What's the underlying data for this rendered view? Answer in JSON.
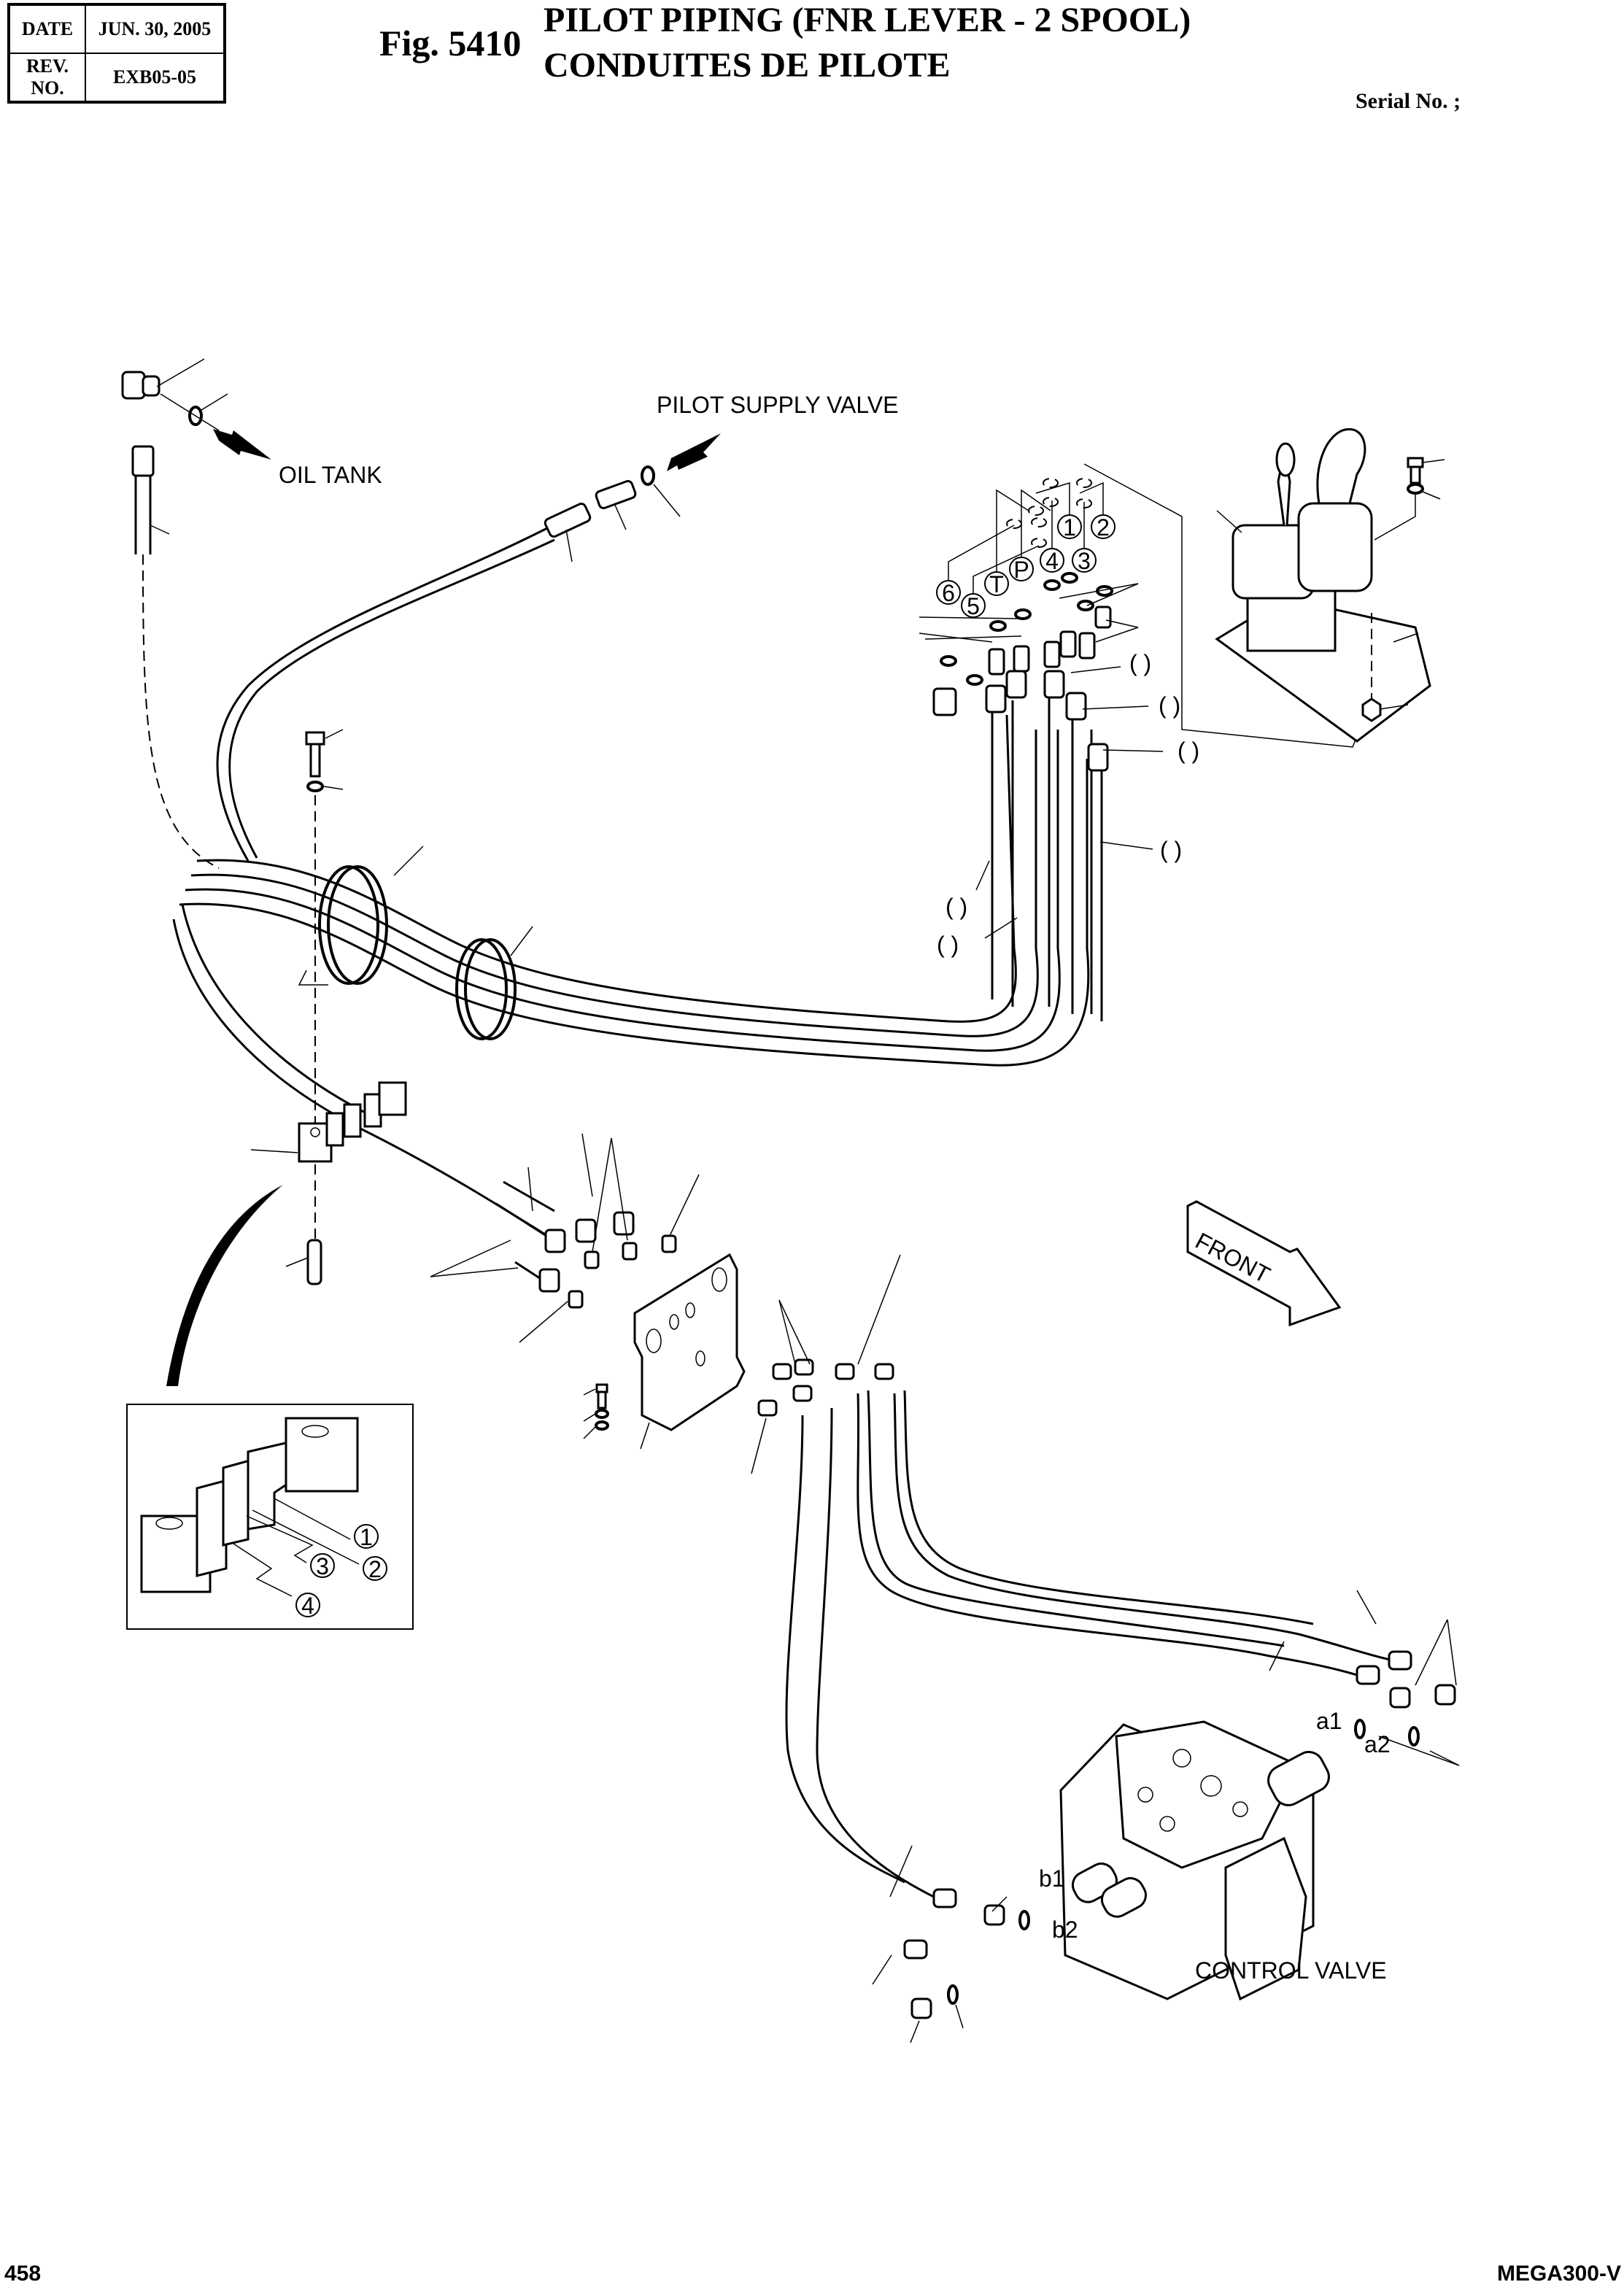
{
  "header": {
    "date_label": "DATE",
    "date_value": "JUN. 30, 2005",
    "rev_label": "REV. NO.",
    "rev_value": "EXB05-05",
    "figure_number": "Fig. 5410",
    "title_en": "PILOT PIPING (FNR LEVER - 2 SPOOL)",
    "title_fr": "CONDUITES DE PILOTE",
    "serial_label": "Serial No. ;"
  },
  "diagram": {
    "labels": {
      "oil_tank": "OIL TANK",
      "pilot_supply_valve": "PILOT SUPPLY VALVE",
      "front": "FRONT",
      "control_valve": "CONTROL VALVE"
    },
    "port_callouts": [
      "6",
      "5",
      "T",
      "P",
      "4",
      "1",
      "3",
      "2"
    ],
    "blank_callouts": [
      "(   )",
      "(   )",
      "(   )",
      "(   )",
      "(   )",
      "(   )"
    ],
    "control_valve_ports": [
      "a1",
      "a2",
      "b1",
      "b2"
    ],
    "clamp_detail_callouts": [
      "1",
      "2",
      "3",
      "4"
    ]
  },
  "footer": {
    "page_number": "458",
    "model": "MEGA300-V"
  }
}
